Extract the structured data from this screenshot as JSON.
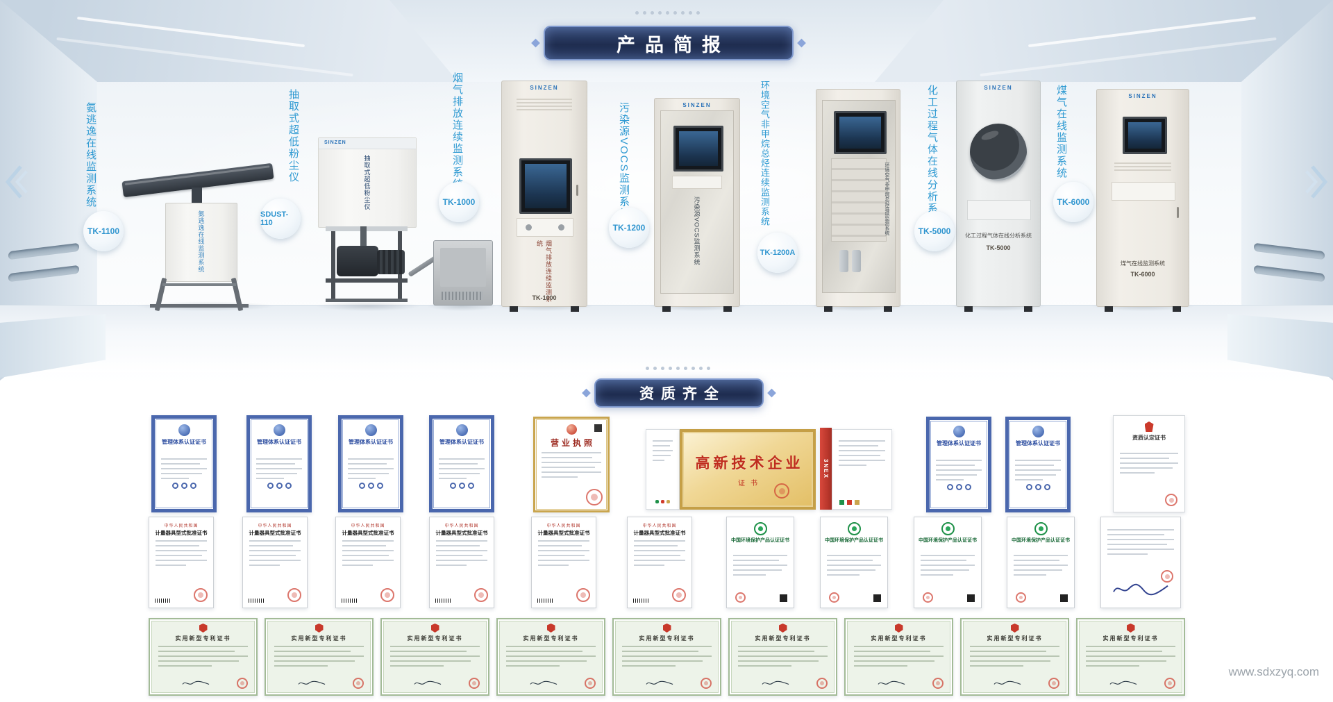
{
  "page": {
    "watermark": "www.sdxzyq.com"
  },
  "sections": {
    "products": {
      "title": "产品简报"
    },
    "certs": {
      "title": "资质齐全"
    }
  },
  "brand": {
    "logo": "SINZEN"
  },
  "products": [
    {
      "name": "氨逃逸在线监测系统",
      "model": "TK-1100"
    },
    {
      "name": "抽取式超低粉尘仪",
      "model": "SDUST-110"
    },
    {
      "name": "烟气排放连续监测系统",
      "model": "TK-1000"
    },
    {
      "name": "污染源VOCS监测系统",
      "model": "TK-1200"
    },
    {
      "name": "环境空气非甲烷总烃连续监测系统",
      "model": "TK-1200A"
    },
    {
      "name": "化工过程气体在线分析系统",
      "model": "TK-5000"
    },
    {
      "name": "煤气在线监测系统",
      "model": "TK-6000"
    }
  ],
  "certificates": {
    "row1": [
      {
        "type": "blue",
        "title": "管理体系认证证书"
      },
      {
        "type": "blue",
        "title": "管理体系认证证书"
      },
      {
        "type": "blue",
        "title": "管理体系认证证书"
      },
      {
        "type": "blue",
        "title": "管理体系认证证书"
      },
      {
        "type": "license",
        "title": "营业执照"
      },
      {
        "type": "mini",
        "title": ""
      },
      {
        "type": "hightech",
        "title": "高新技术企业",
        "subtitle": "证书"
      },
      {
        "type": "book",
        "title": "3NEX"
      },
      {
        "type": "blue",
        "title": "管理体系认证证书"
      },
      {
        "type": "blue",
        "title": "管理体系认证证书"
      },
      {
        "type": "cma",
        "title": "资质认定证书"
      }
    ],
    "row2": [
      {
        "type": "approval",
        "header": "中华人民共和国",
        "title": "计量器具型式批准证书"
      },
      {
        "type": "approval",
        "header": "中华人民共和国",
        "title": "计量器具型式批准证书"
      },
      {
        "type": "approval",
        "header": "中华人民共和国",
        "title": "计量器具型式批准证书"
      },
      {
        "type": "approval",
        "header": "中华人民共和国",
        "title": "计量器具型式批准证书"
      },
      {
        "type": "approval",
        "header": "中华人民共和国",
        "title": "计量器具型式批准证书"
      },
      {
        "type": "approval",
        "header": "中华人民共和国",
        "title": "计量器具型式批准证书"
      },
      {
        "type": "ccep",
        "title": "中国环境保护产品认证证书"
      },
      {
        "type": "ccep",
        "title": "中国环境保护产品认证证书"
      },
      {
        "type": "ccep",
        "title": "中国环境保护产品认证证书"
      },
      {
        "type": "ccep",
        "title": "中国环境保护产品认证证书"
      },
      {
        "type": "sign",
        "title": ""
      }
    ],
    "row3": [
      {
        "type": "patent",
        "title": "实用新型专利证书"
      },
      {
        "type": "patent",
        "title": "实用新型专利证书"
      },
      {
        "type": "patent",
        "title": "实用新型专利证书"
      },
      {
        "type": "patent",
        "title": "实用新型专利证书"
      },
      {
        "type": "patent",
        "title": "实用新型专利证书"
      },
      {
        "type": "patent",
        "title": "实用新型专利证书"
      },
      {
        "type": "patent",
        "title": "实用新型专利证书"
      },
      {
        "type": "patent",
        "title": "实用新型专利证书"
      },
      {
        "type": "patent",
        "title": "实用新型专利证书"
      }
    ]
  }
}
